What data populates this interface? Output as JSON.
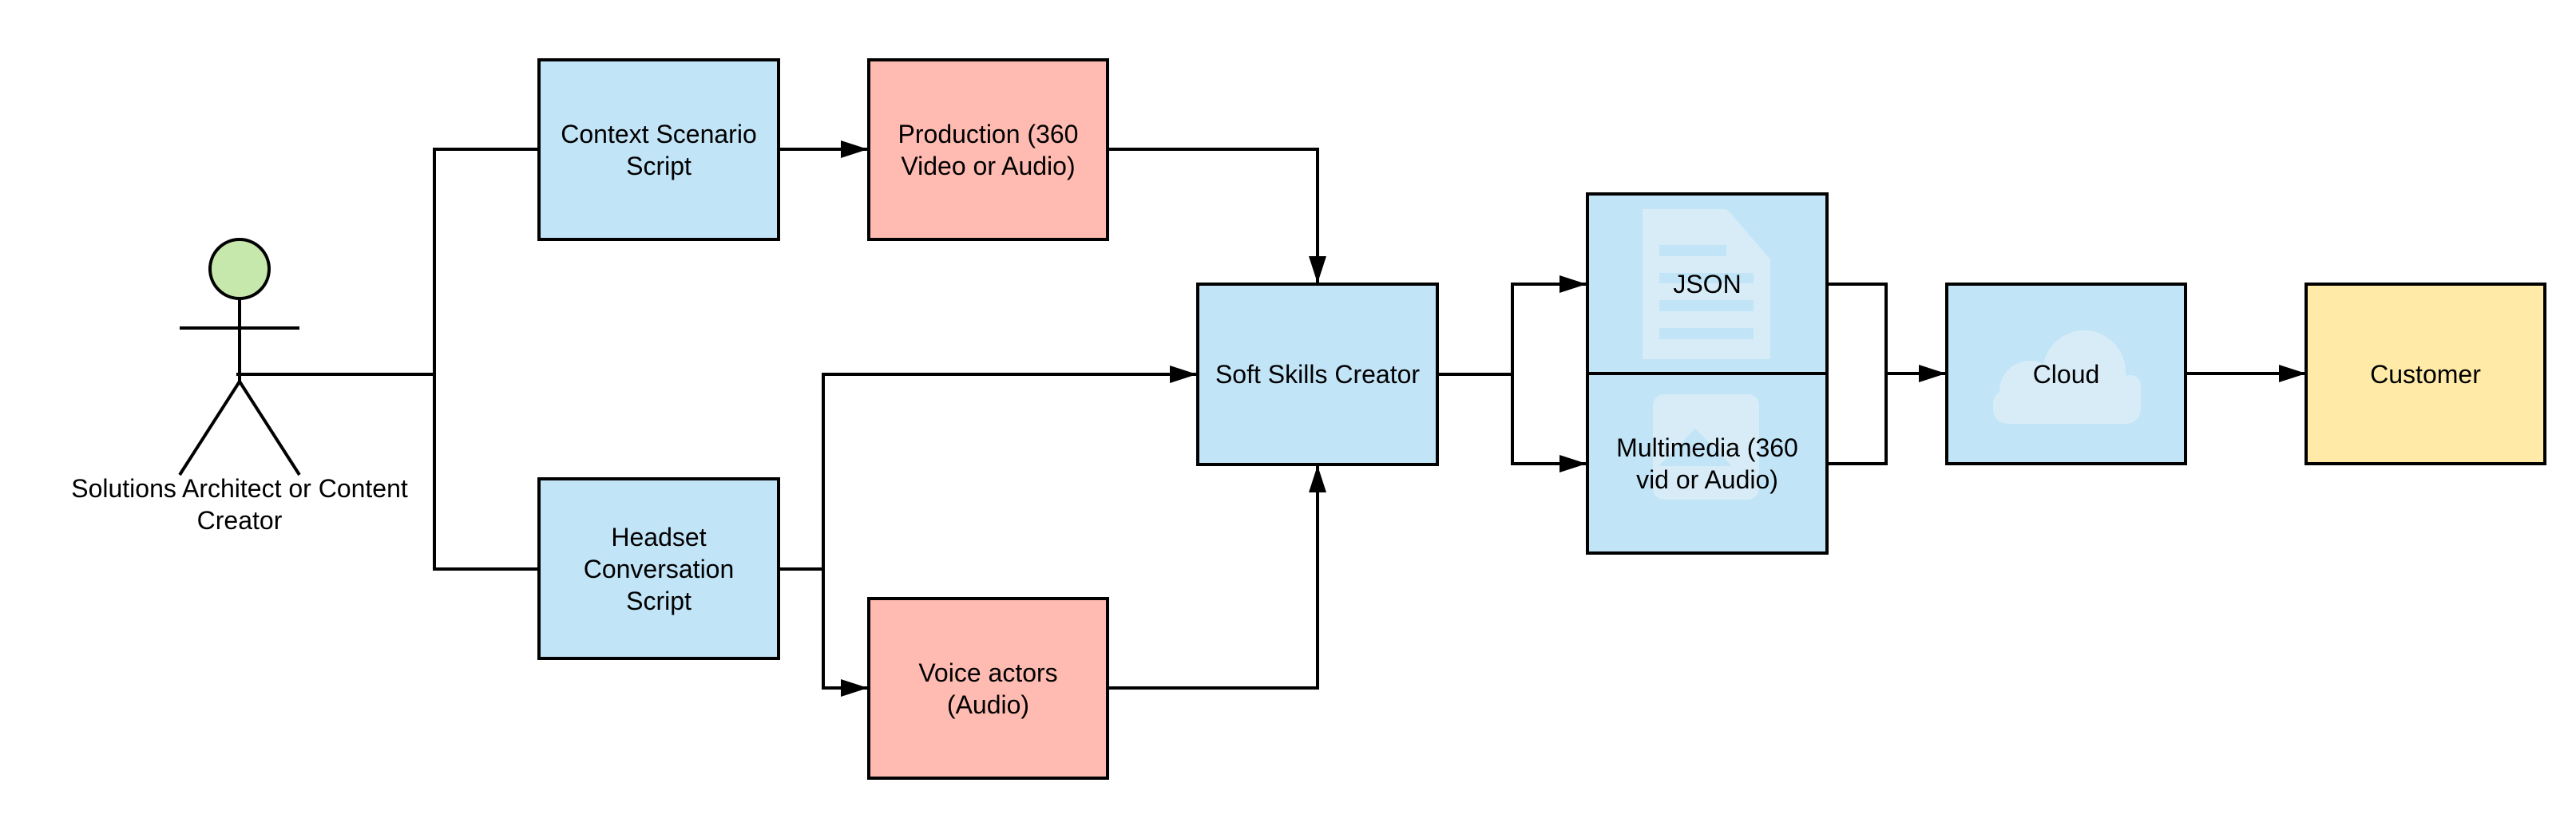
{
  "diagram": {
    "type": "flowchart",
    "colors": {
      "process_blue": "#C1E4F7",
      "production_salmon": "#FFBBB1",
      "customer_yellow": "#FFEAA7",
      "actor_head_green": "#C7E8AC",
      "icon_tint": "#D8ECF8",
      "stroke": "#000000"
    },
    "actor": {
      "label": "Solutions Architect or Content\nCreator"
    },
    "nodes": {
      "context_script": {
        "label": "Context Scenario\nScript",
        "color": "process_blue"
      },
      "headset_script": {
        "label": "Headset\nConversation\nScript",
        "color": "process_blue"
      },
      "production": {
        "label": "Production (360\nVideo or Audio)",
        "color": "production_salmon"
      },
      "voice_actors": {
        "label": "Voice actors\n(Audio)",
        "color": "production_salmon"
      },
      "soft_skills_creator": {
        "label": "Soft Skills Creator",
        "color": "process_blue"
      },
      "json": {
        "label": "JSON",
        "icon": "document-icon",
        "color": "process_blue"
      },
      "multimedia": {
        "label": "Multimedia (360\nvid or Audio)",
        "icon": "media-icon",
        "color": "process_blue"
      },
      "cloud": {
        "label": "Cloud",
        "icon": "cloud-icon",
        "color": "process_blue"
      },
      "customer": {
        "label": "Customer",
        "color": "customer_yellow"
      }
    },
    "edges": [
      {
        "from": "actor",
        "to": "context_script",
        "arrow": false
      },
      {
        "from": "actor",
        "to": "headset_script",
        "arrow": false
      },
      {
        "from": "context_script",
        "to": "production",
        "arrow": true
      },
      {
        "from": "production",
        "to": "soft_skills_creator",
        "arrow": true
      },
      {
        "from": "headset_script",
        "to": "soft_skills_creator",
        "arrow": true
      },
      {
        "from": "headset_script",
        "to": "voice_actors",
        "arrow": true
      },
      {
        "from": "voice_actors",
        "to": "soft_skills_creator",
        "arrow": true
      },
      {
        "from": "soft_skills_creator",
        "to": "json",
        "arrow": true
      },
      {
        "from": "soft_skills_creator",
        "to": "multimedia",
        "arrow": true
      },
      {
        "from": "json",
        "to": "cloud",
        "arrow": true
      },
      {
        "from": "multimedia",
        "to": "cloud",
        "arrow": true
      },
      {
        "from": "cloud",
        "to": "customer",
        "arrow": true
      }
    ]
  }
}
